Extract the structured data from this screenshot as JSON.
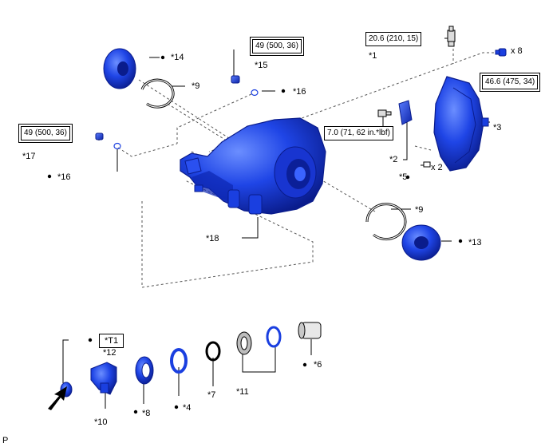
{
  "parts": [
    {
      "key": "p14",
      "label": "*14"
    },
    {
      "key": "p9a",
      "label": "*9"
    },
    {
      "key": "p15",
      "label": "*15"
    },
    {
      "key": "p16a",
      "label": "*16"
    },
    {
      "key": "p17",
      "label": "*17"
    },
    {
      "key": "p16b",
      "label": "*16"
    },
    {
      "key": "p1",
      "label": "*1"
    },
    {
      "key": "p3",
      "label": "*3"
    },
    {
      "key": "p2",
      "label": "*2"
    },
    {
      "key": "p5",
      "label": "*5"
    },
    {
      "key": "p9b",
      "label": "*9"
    },
    {
      "key": "p13",
      "label": "*13"
    },
    {
      "key": "p18",
      "label": "*18"
    },
    {
      "key": "p12",
      "label": "*12"
    },
    {
      "key": "p10",
      "label": "*10"
    },
    {
      "key": "p8",
      "label": "*8"
    },
    {
      "key": "p4",
      "label": "*4"
    },
    {
      "key": "p7",
      "label": "*7"
    },
    {
      "key": "p11",
      "label": "*11"
    },
    {
      "key": "p6",
      "label": "*6"
    }
  ],
  "quantities": {
    "bolts_x8": "x 8",
    "pins_x2": "x 2"
  },
  "torques": {
    "t15": "49 (500, 36)",
    "t17": "49 (500, 36)",
    "t1": "20.6 (210, 15)",
    "t3": "46.6 (475, 34)",
    "t2": "7.0 (71, 62 in.*lbf)"
  },
  "tool": {
    "label": "*T1"
  },
  "footer": {
    "code": "P"
  },
  "colors": {
    "part": "#1a3fe0",
    "part_dark": "#0a1f9a",
    "part_light": "#5f86ff",
    "line": "#000000",
    "dash": "#555555"
  }
}
